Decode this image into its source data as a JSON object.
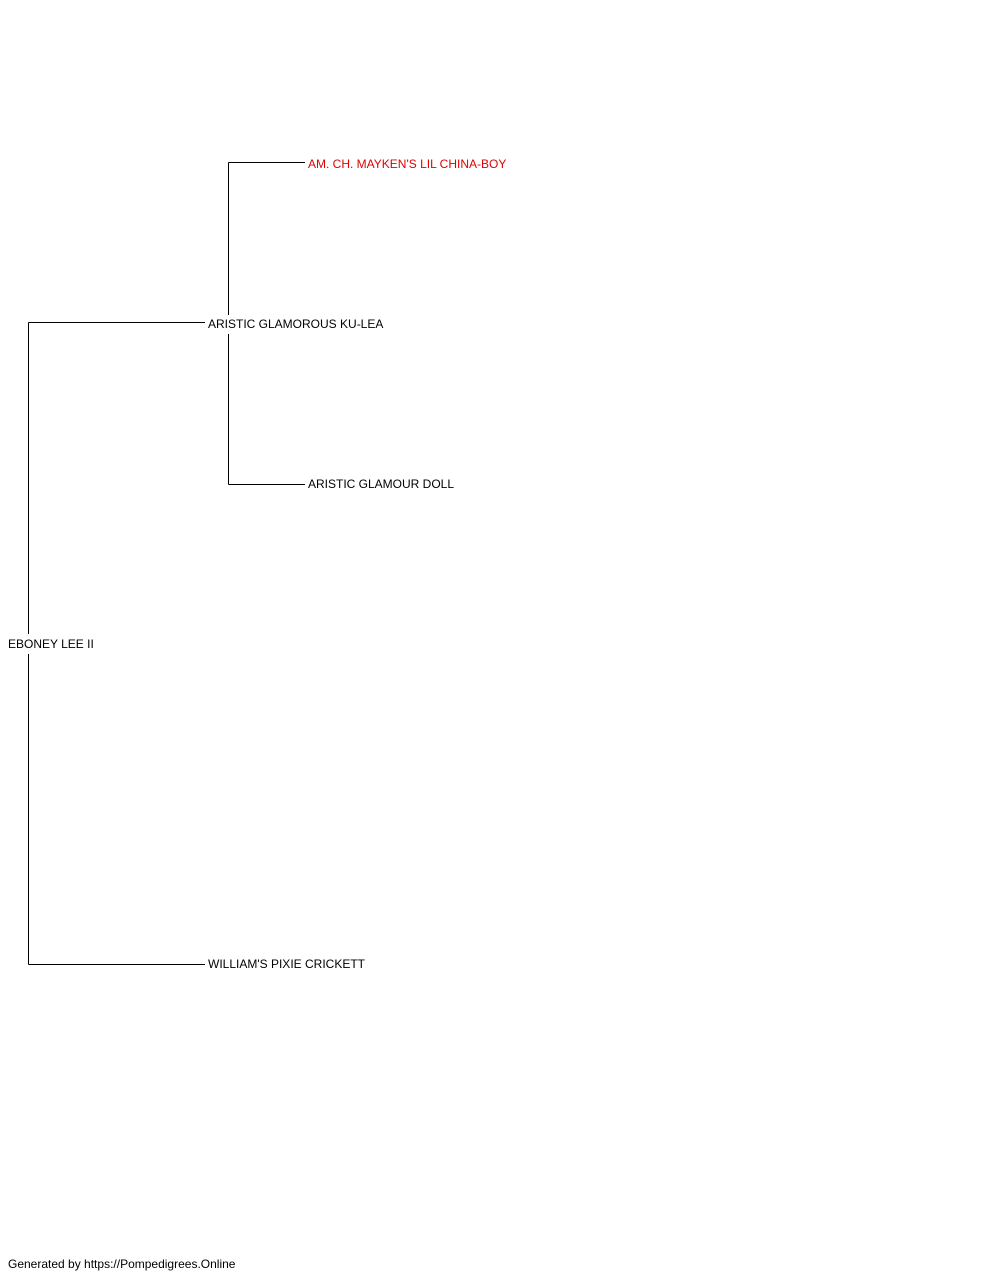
{
  "pedigree": {
    "subject": {
      "name": "EBONEY LEE II"
    },
    "sire": {
      "name": "ARISTIC GLAMOROUS KU-LEA"
    },
    "sire_sire": {
      "name": "AM. CH. MAYKEN'S LIL CHINA-BOY",
      "highlighted": true
    },
    "sire_dam": {
      "name": "ARISTIC GLAMOUR DOLL"
    },
    "dam": {
      "name": "WILLIAM'S PIXIE CRICKETT"
    }
  },
  "colors": {
    "text": "#000000",
    "highlight": "#e00000",
    "line": "#000000"
  },
  "footer": {
    "text": "Generated by https://Pompedigrees.Online"
  }
}
